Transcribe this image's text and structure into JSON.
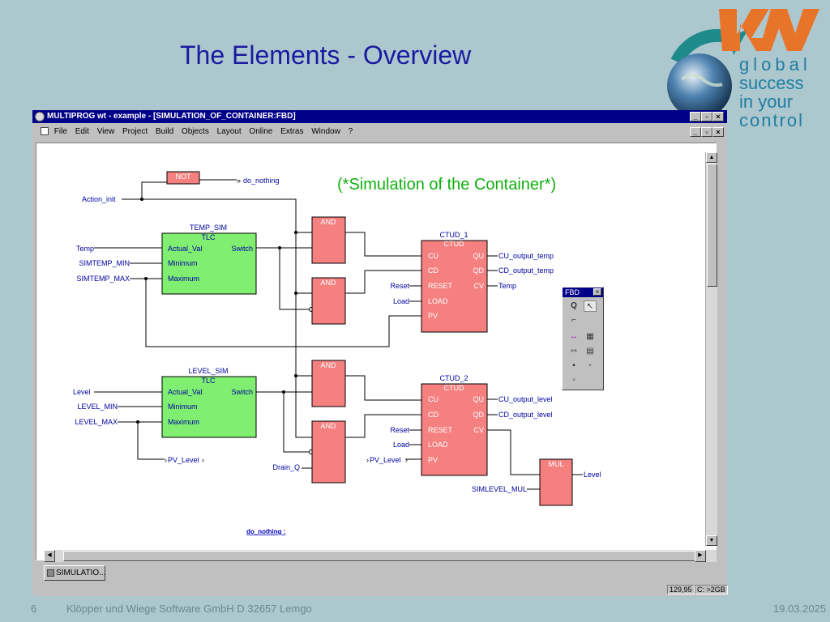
{
  "slide": {
    "title": "The Elements - Overview",
    "page_number": "6",
    "footer_text": "Klöpper und Wiege Software GmbH  D 32657 Lemgo",
    "date": "19.03.2025",
    "tagline": [
      "global",
      "success",
      "in your",
      "control"
    ],
    "colors": {
      "background": "#adc7cf",
      "title": "#1a1aa0",
      "logo_orange": "#e8742a",
      "tagline": "#1e7ea1"
    }
  },
  "window": {
    "title": "MULTIPROG wt - example - [SIMULATION_OF_CONTAINER:FBD]",
    "menu": [
      "File",
      "Edit",
      "View",
      "Project",
      "Build",
      "Objects",
      "Layout",
      "Online",
      "Extras",
      "Window",
      "?"
    ],
    "tab_label": "SIMULATIO...",
    "status": {
      "coords": "129,95",
      "disk": "C: >2GB"
    },
    "toolbox_title": "FBD"
  },
  "diagram": {
    "comment": "(*Simulation of the Container*)",
    "jump_label": "do_nothing :",
    "not_block": {
      "type": "NOT",
      "output": "do_nothing",
      "input": "Action_init"
    },
    "temp_sim": {
      "instance": "TEMP_SIM",
      "type": "TLC",
      "inputs": [
        "Actual_Val",
        "Minimum",
        "Maximum"
      ],
      "output": "Switch",
      "in_vars": [
        "Temp",
        "SIMTEMP_MIN",
        "SIMTEMP_MAX"
      ]
    },
    "level_sim": {
      "instance": "LEVEL_SIM",
      "type": "TLC",
      "inputs": [
        "Actual_Val",
        "Minimum",
        "Maximum"
      ],
      "output": "Switch",
      "in_vars": [
        "Level",
        "LEVEL_MIN",
        "LEVEL_MAX"
      ]
    },
    "and_label": "AND",
    "ctud_1": {
      "instance": "CTUD_1",
      "type": "CTUD",
      "inputs": [
        "CU",
        "CD",
        "RESET",
        "LOAD",
        "PV"
      ],
      "outputs": [
        "QU",
        "QD",
        "CV"
      ],
      "in_vars": [
        "Reset",
        "Load"
      ],
      "out_vars": [
        "CU_output_temp",
        "CD_output_temp",
        "Temp"
      ]
    },
    "ctud_2": {
      "instance": "CTUD_2",
      "type": "CTUD",
      "inputs": [
        "CU",
        "CD",
        "RESET",
        "LOAD",
        "PV"
      ],
      "outputs": [
        "QU",
        "QD",
        "CV"
      ],
      "in_vars": [
        "Reset",
        "Load",
        "PV_Level"
      ],
      "out_vars": [
        "CU_output_level",
        "CD_output_level"
      ]
    },
    "pv_level": "PV_Level",
    "drain_q": "Drain_Q",
    "mul": {
      "type": "MUL",
      "input": "SIMLEVEL_MUL",
      "output": "Level"
    }
  }
}
